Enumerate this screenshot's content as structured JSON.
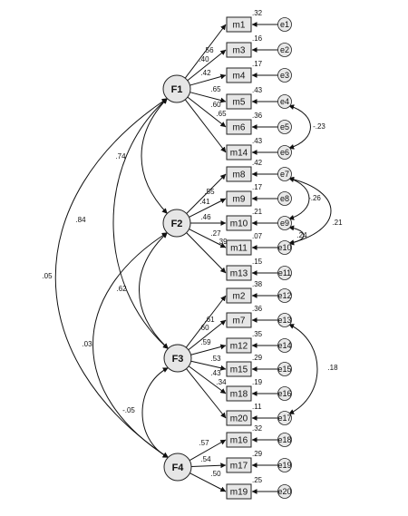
{
  "latents": [
    {
      "id": "F1",
      "label": "F1"
    },
    {
      "id": "F2",
      "label": "F2"
    },
    {
      "id": "F3",
      "label": "F3"
    },
    {
      "id": "F4",
      "label": "F4"
    }
  ],
  "observed": [
    {
      "id": "m1",
      "label": "m1",
      "r2": ".32",
      "factor": "F1",
      "loading": ".56",
      "error": "e1"
    },
    {
      "id": "m3",
      "label": "m3",
      "r2": ".16",
      "factor": "F1",
      "loading": ".40",
      "error": "e2"
    },
    {
      "id": "m4",
      "label": "m4",
      "r2": ".17",
      "factor": "F1",
      "loading": ".42",
      "error": "e3"
    },
    {
      "id": "m5",
      "label": "m5",
      "r2": ".43",
      "factor": "F1",
      "loading": ".65",
      "error": "e4"
    },
    {
      "id": "m6",
      "label": "m6",
      "r2": ".36",
      "factor": "F1",
      "loading": ".60",
      "error": "e5"
    },
    {
      "id": "m14",
      "label": "m14",
      "r2": ".43",
      "factor": "F1",
      "loading": ".65",
      "error": "e6"
    },
    {
      "id": "m8",
      "label": "m8",
      "r2": ".42",
      "factor": "F2",
      "loading": ".55",
      "error": "e7"
    },
    {
      "id": "m9",
      "label": "m9",
      "r2": ".17",
      "factor": "F2",
      "loading": ".41",
      "error": "e8"
    },
    {
      "id": "m10",
      "label": "m10",
      "r2": ".21",
      "factor": "F2",
      "loading": ".46",
      "error": "e9"
    },
    {
      "id": "m11",
      "label": "m11",
      "r2": ".07",
      "factor": "F2",
      "loading": ".27",
      "error": "e10"
    },
    {
      "id": "m13",
      "label": "m13",
      "r2": ".15",
      "factor": "F2",
      "loading": ".39",
      "error": "e11"
    },
    {
      "id": "m2",
      "label": "m2",
      "r2": ".38",
      "factor": "F3",
      "loading": ".61",
      "error": "e12"
    },
    {
      "id": "m7",
      "label": "m7",
      "r2": ".36",
      "factor": "F3",
      "loading": ".60",
      "error": "e13"
    },
    {
      "id": "m12",
      "label": "m12",
      "r2": ".35",
      "factor": "F3",
      "loading": ".59",
      "error": "e14"
    },
    {
      "id": "m15",
      "label": "m15",
      "r2": ".29",
      "factor": "F3",
      "loading": ".53",
      "error": "e15"
    },
    {
      "id": "m18",
      "label": "m18",
      "r2": ".19",
      "factor": "F3",
      "loading": ".43",
      "error": "e16"
    },
    {
      "id": "m20",
      "label": "m20",
      "r2": ".11",
      "factor": "F3",
      "loading": ".34",
      "error": "e17"
    },
    {
      "id": "m16",
      "label": "m16",
      "r2": ".32",
      "factor": "F4",
      "loading": ".57",
      "error": "e18"
    },
    {
      "id": "m17",
      "label": "m17",
      "r2": ".29",
      "factor": "F4",
      "loading": ".54",
      "error": "e19"
    },
    {
      "id": "m19",
      "label": "m19",
      "r2": ".25",
      "factor": "F4",
      "loading": ".50",
      "error": "e20"
    }
  ],
  "factor_covariances": [
    {
      "from": "F1",
      "to": "F2",
      "value": ".74"
    },
    {
      "from": "F1",
      "to": "F3",
      "value": ".84"
    },
    {
      "from": "F1",
      "to": "F4",
      "value": ".05"
    },
    {
      "from": "F2",
      "to": "F3",
      "value": ".62"
    },
    {
      "from": "F2",
      "to": "F4",
      "value": ".03"
    },
    {
      "from": "F3",
      "to": "F4",
      "value": "-.05"
    }
  ],
  "error_covariances": [
    {
      "from": "e4",
      "to": "e6",
      "value": "-.23"
    },
    {
      "from": "e7",
      "to": "e9",
      "value": "-.26"
    },
    {
      "from": "e9",
      "to": "e10",
      "value": ".24"
    },
    {
      "from": "e7",
      "to": "e10",
      "value": ".21"
    },
    {
      "from": "e13",
      "to": "e17",
      "value": ".18"
    }
  ]
}
